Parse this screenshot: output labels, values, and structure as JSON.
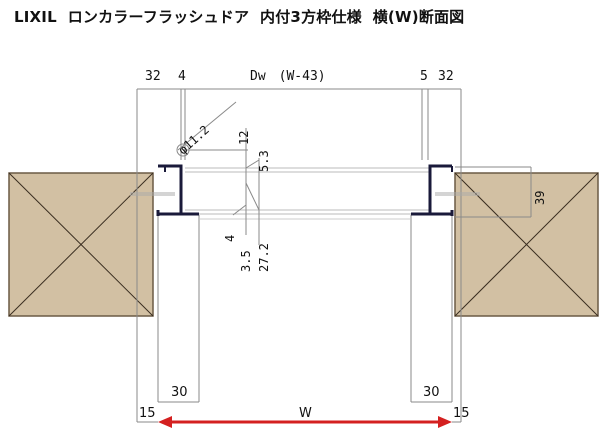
{
  "title": "LIXIL  ロンカラーフラッシュドア  内付3方枠仕様  横(W)断面図",
  "colors": {
    "wall": "#d2c0a3",
    "wall_outline": "#6b5a45",
    "frame_profile": "#1a1a3a",
    "dimension_line": "#888888",
    "arrow": "#d42020",
    "text": "#111111"
  },
  "dimensions": {
    "top_left_32": "32",
    "top_left_4": "4",
    "top_center": "Dw　(W-43)",
    "top_right_5": "5",
    "top_right_32": "32",
    "diameter": "φ11.2",
    "dim_12": "12",
    "dim_5_3": "5.3",
    "dim_4": "4",
    "dim_3_5": "3.5",
    "dim_27_2": "27.2",
    "dim_39": "39",
    "bottom_left_30": "30",
    "bottom_right_30": "30",
    "bottom_left_15": "15",
    "bottom_right_15": "15",
    "width_label": "W"
  }
}
